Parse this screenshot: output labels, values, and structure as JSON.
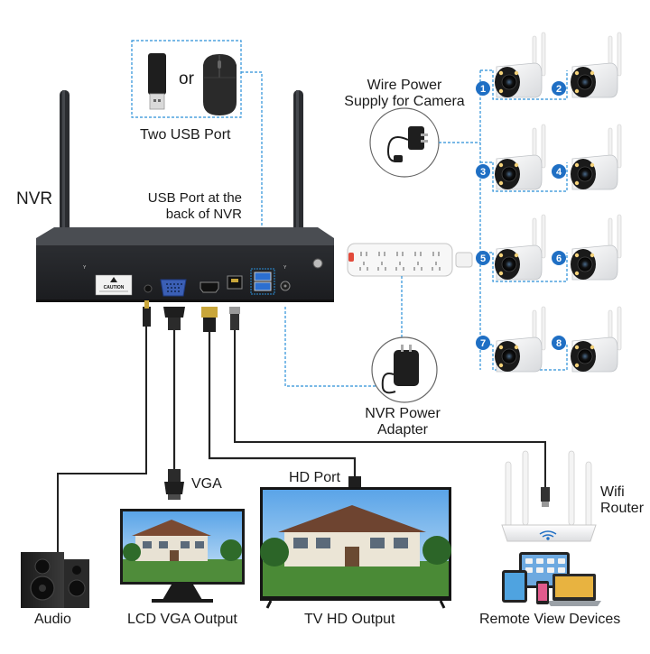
{
  "labels": {
    "nvr": "NVR",
    "or": "or",
    "two_usb_port": "Two USB Port",
    "usb_port_back_line1": "USB Port at the",
    "usb_port_back_line2": "back of NVR",
    "wire_power_line1": "Wire Power",
    "wire_power_line2": "Supply for Camera",
    "nvr_power_line1": "NVR Power",
    "nvr_power_line2": "Adapter",
    "vga": "VGA",
    "hd_port": "HD Port",
    "wifi_router_line1": "Wifi",
    "wifi_router_line2": "Router",
    "audio": "Audio",
    "lcd_vga_output": "LCD VGA Output",
    "tv_hd_output": "TV HD Output",
    "remote_view_devices": "Remote View Devices",
    "caution": "CAUTION"
  },
  "cameras": [
    "1",
    "2",
    "3",
    "4",
    "5",
    "6",
    "7",
    "8"
  ],
  "colors": {
    "accent_blue": "#1f6fc4",
    "dashed_blue": "#2a8fd8",
    "nvr_body": "#3a3d42",
    "cable": "#222222"
  }
}
